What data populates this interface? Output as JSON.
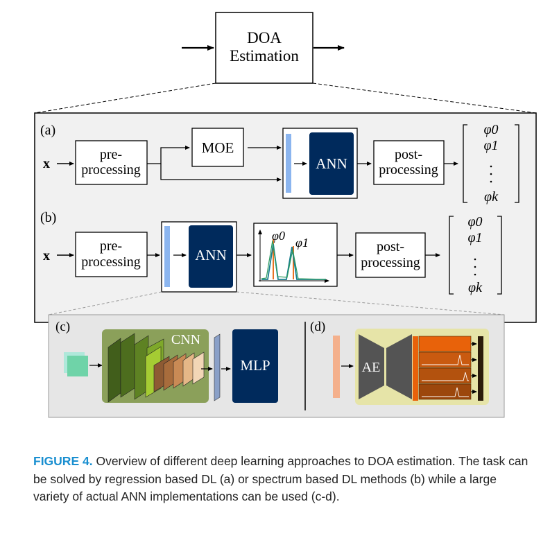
{
  "top_block": {
    "line1": "DOA",
    "line2": "Estimation"
  },
  "panel_a": {
    "label": "(a)",
    "input": "x",
    "pre_line1": "pre-",
    "pre_line2": "processing",
    "moe": "MOE",
    "ann": "ANN",
    "post_line1": "post-",
    "post_line2": "processing",
    "output": [
      "φ0",
      "φ1",
      "φk"
    ]
  },
  "panel_b": {
    "label": "(b)",
    "input": "x",
    "pre_line1": "pre-",
    "pre_line2": "processing",
    "ann": "ANN",
    "peak0": "φ0",
    "peak1": "φ1",
    "post_line1": "post-",
    "post_line2": "processing",
    "output": [
      "φ0",
      "φ1",
      "φk"
    ]
  },
  "panel_c": {
    "label": "(c)",
    "cnn": "CNN",
    "mlp": "MLP"
  },
  "panel_d": {
    "label": "(d)",
    "ae": "AE"
  },
  "caption": {
    "figure_label": "FIGURE 4.",
    "text": "Overview of different deep learning approaches to DOA estimation. The task can be solved by regression based DL (a) or spectrum based DL methods (b) while a large variety of actual ANN implementations can be used (c-d)."
  },
  "colors": {
    "panel_bg": "#f1f1f1",
    "navy": "#002a5c",
    "accent_blue": "#8bb5ef",
    "caption_accent": "#1a8fd0",
    "cnn_green": "#8ba05a",
    "ae_orange": "#e8620a"
  }
}
